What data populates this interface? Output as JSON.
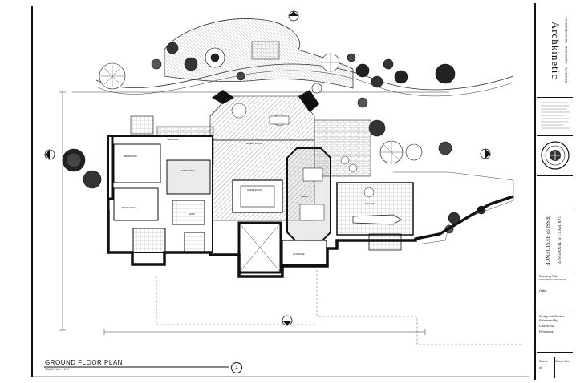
{
  "drawing": {
    "plan_title": "GROUND FLOOR PLAN",
    "plan_scale": "SCALE: 1/8\" = 1'-0\"",
    "plan_number": "1"
  },
  "title_block": {
    "firm_name": "Archkinetic",
    "firm_tagline": "ARCHITECTURE · INTERIORS · PLANNING",
    "project_name": "JESSUP RESIDENCE",
    "project_address": "LOUISVILLE, TENNESSEE",
    "drawing_title_label": "Drawing Title:",
    "drawing_title_value": "GROUND FLOOR PLAN",
    "date_label": "Date:",
    "designed_label": "Designed, Drawn,",
    "reviewed_label": "Reviewed By:",
    "comm_label": "Comm. No.",
    "revisions_label": "Revisions:",
    "sheet_label": "Sheet",
    "sheet_no_label": "Sheet No.",
    "sheet_of": "of"
  },
  "rooms": {
    "great_room": "GREAT ROOM",
    "bedroom_1": "BEDROOM",
    "bedroom_2": "BEDROOM 2",
    "bedroom_3": "BEDROOM 3",
    "game_room": "GAME ROOM",
    "toy_box": "TOY BOX",
    "media": "MEDIA",
    "storage": "STORAGE",
    "bath": "BATH",
    "terrace": "TERRACE"
  },
  "colors": {
    "ink": "#111111",
    "hatch": "#555555"
  }
}
